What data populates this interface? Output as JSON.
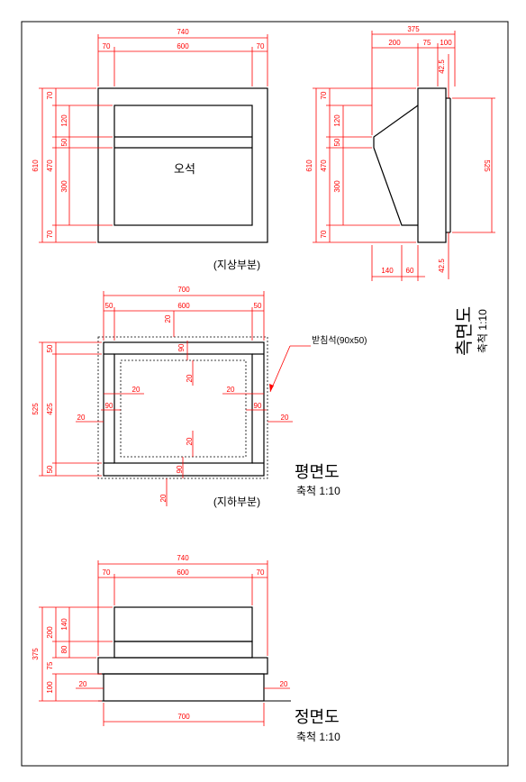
{
  "labels": {
    "stone": "오석",
    "above_ground": "(지상부분)",
    "below_ground": "(지하부분)",
    "base_stone": "받침석(90x50)",
    "plan_title": "평면도",
    "plan_scale": "축척 1:10",
    "front_title": "정면도",
    "front_scale": "축척 1:10",
    "side_title": "측면도",
    "side_scale": "축척 1:10"
  },
  "dims": {
    "d740": "740",
    "d600": "600",
    "d70": "70",
    "d610": "610",
    "d470": "470",
    "d120": "120",
    "d50": "50",
    "d300": "300",
    "d375": "375",
    "d200": "200",
    "d75": "75",
    "d100": "100",
    "d42_5": "42.5",
    "d525": "525",
    "d140": "140",
    "d60": "60",
    "d700": "700",
    "d20": "20",
    "d90": "90",
    "d425": "425",
    "d80": "80"
  }
}
